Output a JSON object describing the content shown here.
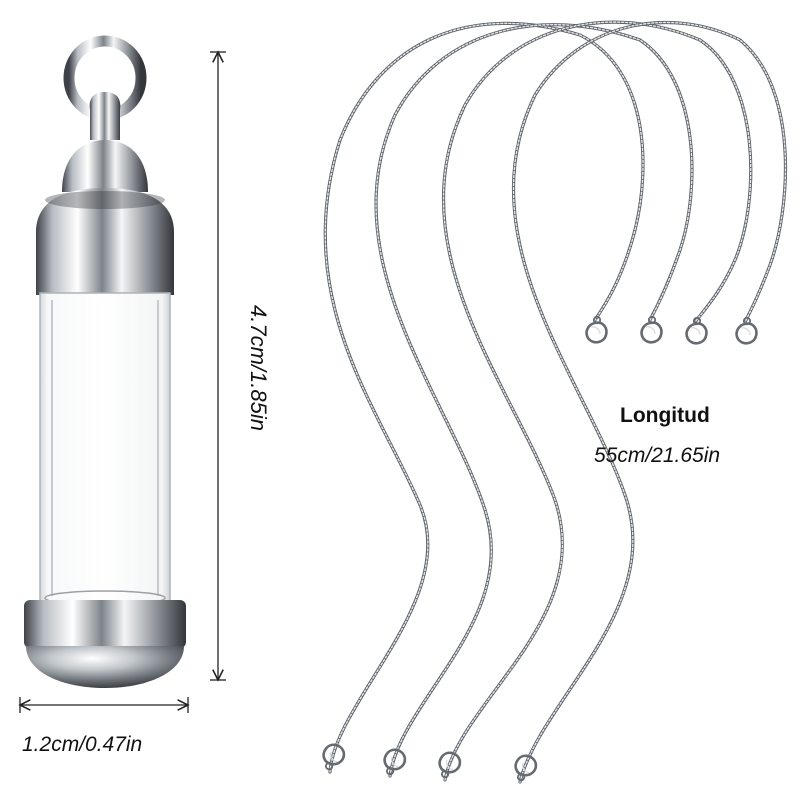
{
  "product": {
    "height_label": "4.7cm/1.85in",
    "width_label": "1.2cm/0.47in"
  },
  "chains": {
    "count": 4,
    "length_title": "Longitud",
    "length_value": "55cm/21.65in"
  },
  "colors": {
    "background": "#ffffff",
    "metal": "#b9bec4",
    "dimension_line": "#222222"
  }
}
